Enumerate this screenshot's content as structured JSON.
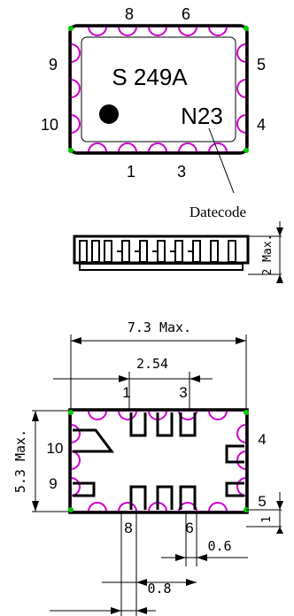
{
  "top_view": {
    "pins_top": [
      "8",
      "6"
    ],
    "pins_bottom": [
      "1",
      "3"
    ],
    "pins_left": [
      "9",
      "10"
    ],
    "pins_right": [
      "5",
      "4"
    ],
    "marking_line1": "S 249A",
    "marking_line2": "N23",
    "datecode_label": "Datecode"
  },
  "side_view": {
    "height_label": "2 Max."
  },
  "footprint": {
    "width_label": "7.3 Max.",
    "pitch_label": "2.54",
    "height_label": "5.3 Max.",
    "pin_labels": {
      "top_left": "1",
      "top_right": "3",
      "left_upper": "10",
      "left_lower": "9",
      "right_upper": "4",
      "right_lower": "5",
      "bottom_left": "8",
      "bottom_right": "6"
    },
    "pad_width_label": "0.6",
    "pad_pitch_label": "0.8",
    "lead_label": "1"
  },
  "colors": {
    "pad_outline": "#cc00cc",
    "corner_pad": "#00cc00"
  }
}
